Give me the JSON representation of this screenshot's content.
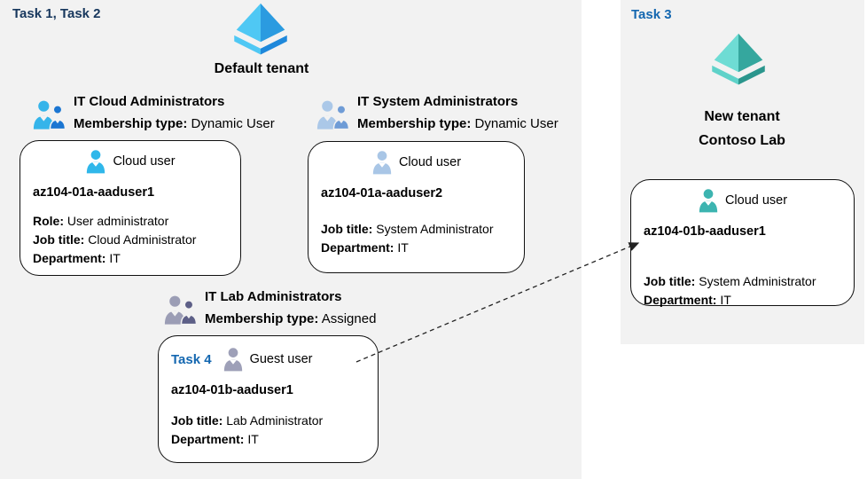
{
  "colors": {
    "panel_bg": "#f2f2f2",
    "task_dark_blue": "#17375d",
    "task_blue": "#1467b0",
    "azure_blue_light": "#4fc8f4",
    "azure_blue_dark": "#2b9be0",
    "azure_teal_light": "#6edcd4",
    "azure_teal_dark": "#35a79e",
    "card_border": "#111111"
  },
  "icons": {
    "tenant_default": "azure-ad-diamond-blue",
    "tenant_new": "azure-ad-diamond-teal",
    "group_cloud": "two-people-icon-blue",
    "group_system": "two-people-icon-steelblue",
    "group_lab": "two-people-icon-gray",
    "cloud_user": "person-icon",
    "guest_user": "person-icon-gray",
    "transfer": "dashed-arrow"
  },
  "left": {
    "task_label": "Task 1, Task 2",
    "tenant_name": "Default tenant",
    "group_cloud": {
      "name": "IT Cloud Administrators",
      "membership_label": "Membership type:",
      "membership_value": "Dynamic User"
    },
    "group_system": {
      "name": "IT System Administrators",
      "membership_label": "Membership type:",
      "membership_value": "Dynamic User"
    },
    "group_lab": {
      "name": "IT Lab Administrators",
      "membership_label": "Membership type:",
      "membership_value": "Assigned"
    },
    "card_cloud1": {
      "type_label": "Cloud user",
      "name": "az104-01a-aaduser1",
      "role_label": "Role:",
      "role_value": "User administrator",
      "job_label": "Job title:",
      "job_value": "Cloud Administrator",
      "dept_label": "Department:",
      "dept_value": "IT"
    },
    "card_cloud2": {
      "type_label": "Cloud user",
      "name": "az104-01a-aaduser2",
      "job_label": "Job title:",
      "job_value": "System Administrator",
      "dept_label": "Department:",
      "dept_value": "IT"
    },
    "card_guest": {
      "task_label": "Task 4",
      "type_label": "Guest user",
      "name": "az104-01b-aaduser1",
      "job_label": "Job title:",
      "job_value": "Lab Administrator",
      "dept_label": "Department:",
      "dept_value": "IT"
    }
  },
  "right": {
    "task_label": "Task 3",
    "tenant_name_line1": "New tenant",
    "tenant_name_line2": "Contoso Lab",
    "card_cloud": {
      "type_label": "Cloud user",
      "name": "az104-01b-aaduser1",
      "job_label": "Job title:",
      "job_value": "System Administrator",
      "dept_label": "Department:",
      "dept_value": "IT"
    }
  }
}
